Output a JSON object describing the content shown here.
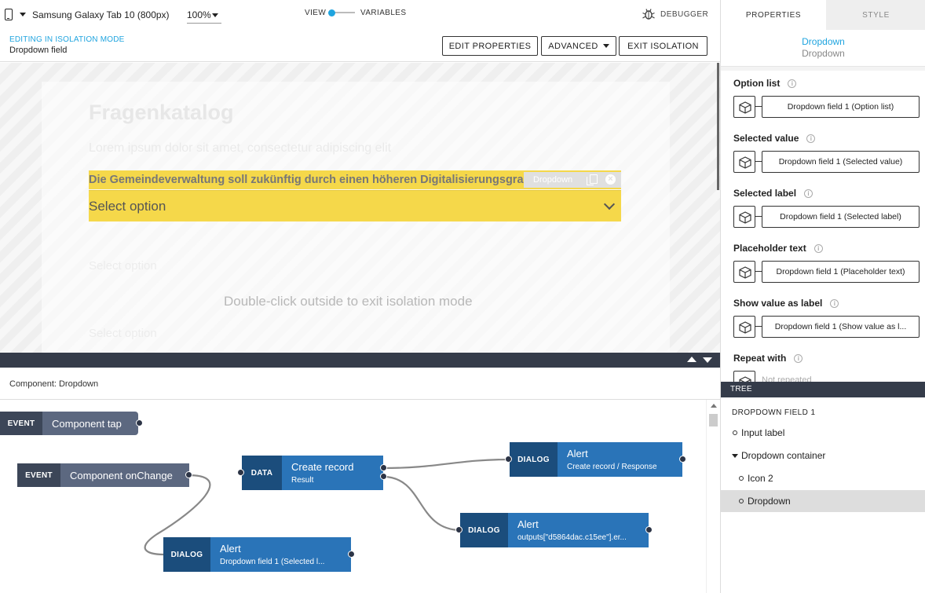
{
  "toolbar": {
    "device": "Samsung Galaxy Tab 10 (800px)",
    "zoom": "100%",
    "view_label": "VIEW",
    "variables_label": "VARIABLES",
    "debugger_label": "DEBUGGER"
  },
  "isolation": {
    "mode_label": "EDITING IN ISOLATION MODE",
    "component_name": "Dropdown field",
    "edit_properties": "EDIT PROPERTIES",
    "advanced": "ADVANCED",
    "exit_isolation": "EXIT ISOLATION"
  },
  "canvas": {
    "ghost_title": "Fragenkatalog",
    "ghost_subtitle": "Lorem ipsum dolor sit amet, consectetur adipiscing elit",
    "ghost_line1": "Select option",
    "ghost_line2": "Select option",
    "dropdown_label": "Die Gemeindeverwaltung soll zukünftig durch einen höheren Digitalisierungsgrad",
    "dropdown_tag": "Dropdown",
    "dropdown_placeholder": "Select option",
    "hint": "Double-click outside to exit isolation mode"
  },
  "logic": {
    "title": "Component: Dropdown",
    "nodes": {
      "tap": {
        "tag": "EVENT",
        "label": "Component tap"
      },
      "change": {
        "tag": "EVENT",
        "label": "Component onChange"
      },
      "create": {
        "tag": "DATA",
        "title": "Create record",
        "sub": "Result"
      },
      "alert1": {
        "tag": "DIALOG",
        "title": "Alert",
        "sub": "Create record / Response"
      },
      "alert2": {
        "tag": "DIALOG",
        "title": "Alert",
        "sub": "outputs[\"d5864dac.c15ee\"].er..."
      },
      "alert3": {
        "tag": "DIALOG",
        "title": "Alert",
        "sub": "Dropdown field 1 (Selected l..."
      }
    }
  },
  "panel": {
    "tab_properties": "PROPERTIES",
    "tab_style": "STYLE",
    "component_name": "Dropdown",
    "component_type": "Dropdown",
    "props": [
      {
        "label": "Option list",
        "value": "Dropdown field 1 (Option list)"
      },
      {
        "label": "Selected value",
        "value": "Dropdown field 1 (Selected value)"
      },
      {
        "label": "Selected label",
        "value": "Dropdown field 1 (Selected label)"
      },
      {
        "label": "Placeholder text",
        "value": "Dropdown field 1 (Placeholder text)"
      },
      {
        "label": "Show value as label",
        "value": "Dropdown field 1 (Show value as l..."
      },
      {
        "label": "Repeat with",
        "value": "Not repeated"
      }
    ]
  },
  "tree": {
    "header": "TREE",
    "title": "DROPDOWN FIELD 1",
    "items": [
      "Input label",
      "Dropdown container",
      "Icon 2",
      "Dropdown"
    ]
  },
  "colors": {
    "accent": "#1fa4df",
    "dropdown_highlight": "#f5d84a",
    "node_blue": "#2a74b8",
    "node_dark": "#1b4d7c",
    "event_body": "#5c6880",
    "event_tag": "#3c4658",
    "splitter": "#353c4a"
  }
}
